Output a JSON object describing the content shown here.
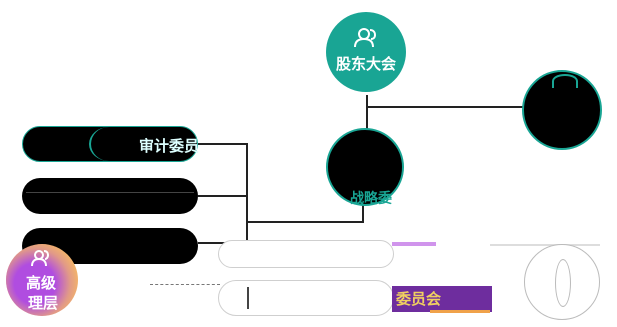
{
  "nodes": {
    "shareholders_meeting": {
      "label": "股东大会"
    },
    "audit_committee": {
      "label": "审计委员"
    },
    "strategy_committee": {
      "label": "战略委"
    },
    "committee_fragment": {
      "label": "委员会"
    },
    "senior_management": {
      "label_line1": "高级",
      "label_line2": "理层"
    }
  },
  "colors": {
    "teal": "#19a594",
    "black": "#000000",
    "purple": "#8e44c9",
    "orange": "#f0a24a",
    "line": "#222222"
  },
  "icons": {
    "shareholders_meeting": "user-group-icon",
    "senior_management": "user-group-icon"
  }
}
